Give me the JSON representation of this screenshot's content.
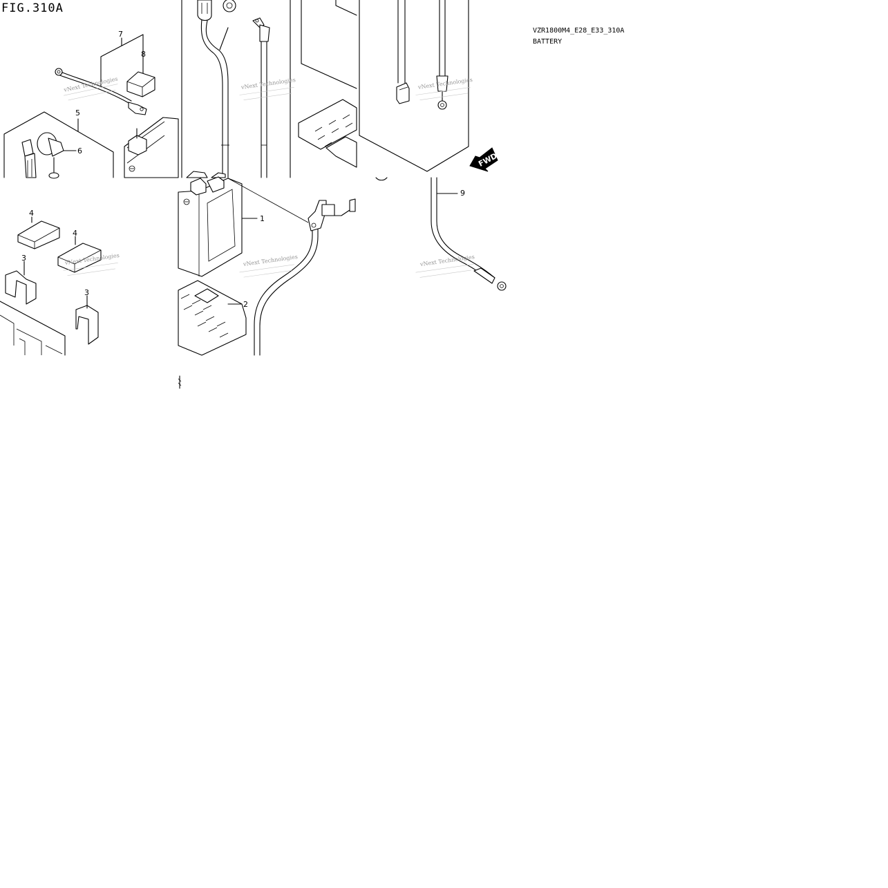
{
  "figure": {
    "label": "FIG.310A",
    "model_code": "VZR1800M4_E28_E33_310A",
    "section_title": "BATTERY"
  },
  "direction_marker": "FWD",
  "watermark": "vNext Technologies",
  "callouts": [
    "1",
    "2",
    "3",
    "3",
    "4",
    "4",
    "5",
    "6",
    "7",
    "8",
    "9"
  ]
}
